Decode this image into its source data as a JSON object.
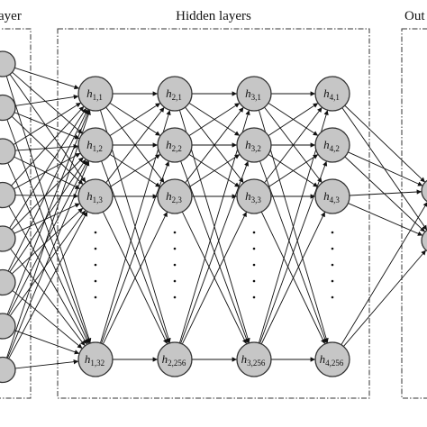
{
  "labels": {
    "input": "ayer",
    "hidden": "Hidden layers",
    "output": "Out"
  },
  "hidden_layers": [
    {
      "name": "layer-1",
      "nodes": [
        {
          "base": "h",
          "sub": "1,1"
        },
        {
          "base": "h",
          "sub": "1,2"
        },
        {
          "base": "h",
          "sub": "1,3"
        },
        {
          "base": "h",
          "sub": "1,32"
        }
      ]
    },
    {
      "name": "layer-2",
      "nodes": [
        {
          "base": "h",
          "sub": "2,1"
        },
        {
          "base": "h",
          "sub": "2,2"
        },
        {
          "base": "h",
          "sub": "2,3"
        },
        {
          "base": "h",
          "sub": "2,256"
        }
      ]
    },
    {
      "name": "layer-3",
      "nodes": [
        {
          "base": "h",
          "sub": "3,1"
        },
        {
          "base": "h",
          "sub": "3,2"
        },
        {
          "base": "h",
          "sub": "3,3"
        },
        {
          "base": "h",
          "sub": "3,256"
        }
      ]
    },
    {
      "name": "layer-4",
      "nodes": [
        {
          "base": "h",
          "sub": "4,1"
        },
        {
          "base": "h",
          "sub": "4,2"
        },
        {
          "base": "h",
          "sub": "4,3"
        },
        {
          "base": "h",
          "sub": "4,256"
        }
      ]
    }
  ],
  "input_node_count": 8,
  "output_node_count": 2,
  "colors": {
    "node_fill": "#c6c6c6",
    "stroke": "#111111"
  }
}
